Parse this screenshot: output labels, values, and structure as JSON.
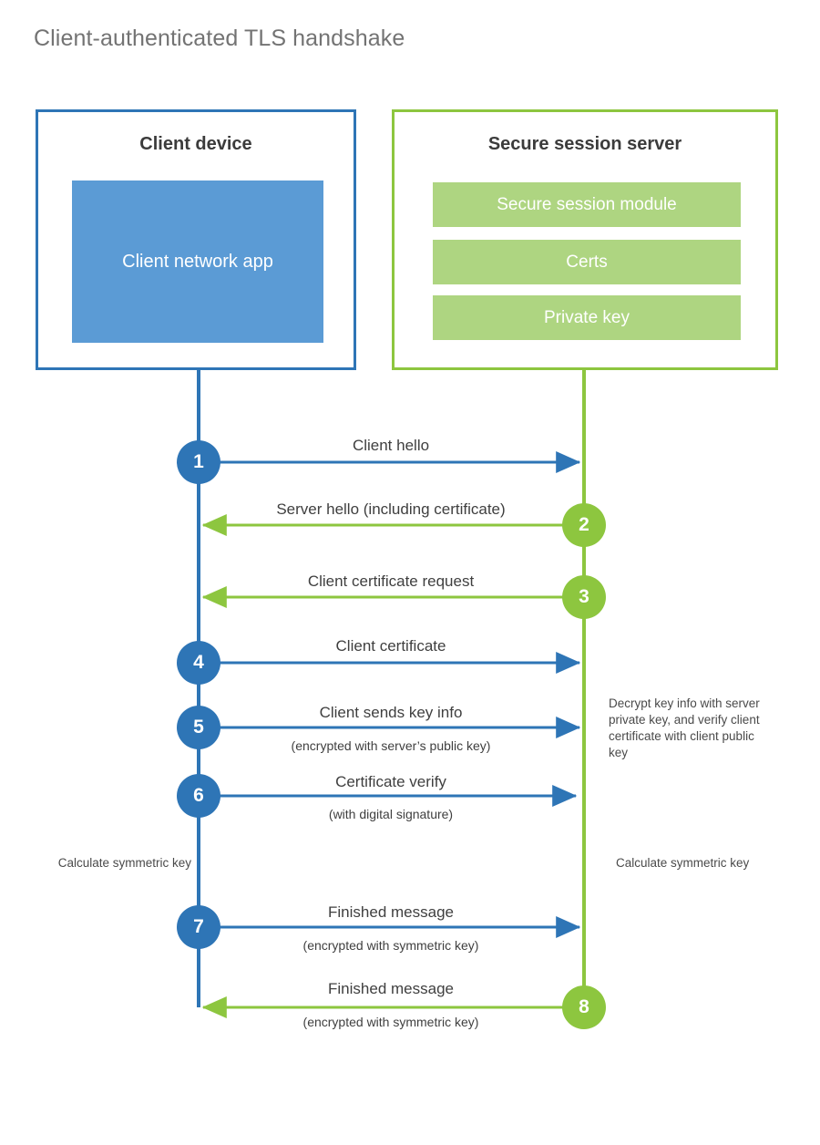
{
  "title": "Client-authenticated TLS handshake",
  "colors": {
    "client_accent": "#2E75B6",
    "client_fill": "#5B9BD5",
    "server_accent": "#8DC63F",
    "server_fill": "#AED581",
    "title_text": "#737373",
    "body_text": "#3f3f3f"
  },
  "client": {
    "title": "Client device",
    "app_label": "Client network app"
  },
  "server": {
    "title": "Secure session server",
    "components": [
      "Secure session module",
      "Certs",
      "Private key"
    ]
  },
  "steps": [
    {
      "number": "1",
      "origin": "client",
      "direction": "to-server",
      "label": "Client hello",
      "sublabel": ""
    },
    {
      "number": "2",
      "origin": "server",
      "direction": "to-client",
      "label": "Server hello (including certificate)",
      "sublabel": ""
    },
    {
      "number": "3",
      "origin": "server",
      "direction": "to-client",
      "label": "Client certificate request",
      "sublabel": ""
    },
    {
      "number": "4",
      "origin": "client",
      "direction": "to-server",
      "label": "Client certificate",
      "sublabel": ""
    },
    {
      "number": "5",
      "origin": "client",
      "direction": "to-server",
      "label": "Client sends key info",
      "sublabel": "(encrypted with server’s public key)"
    },
    {
      "number": "6",
      "origin": "client",
      "direction": "to-server",
      "label": "Certificate verify",
      "sublabel": "(with digital signature)"
    },
    {
      "number": "7",
      "origin": "client",
      "direction": "to-server",
      "label": "Finished message",
      "sublabel": "(encrypted with symmetric key)"
    },
    {
      "number": "8",
      "origin": "server",
      "direction": "to-client",
      "label": "Finished message",
      "sublabel": "(encrypted with symmetric key)"
    }
  ],
  "notes": {
    "server_decrypt": "Decrypt key info with server private key, and verify client certificate with client public key",
    "client_calculate": "Calculate symmetric key",
    "server_calculate": "Calculate symmetric key"
  }
}
